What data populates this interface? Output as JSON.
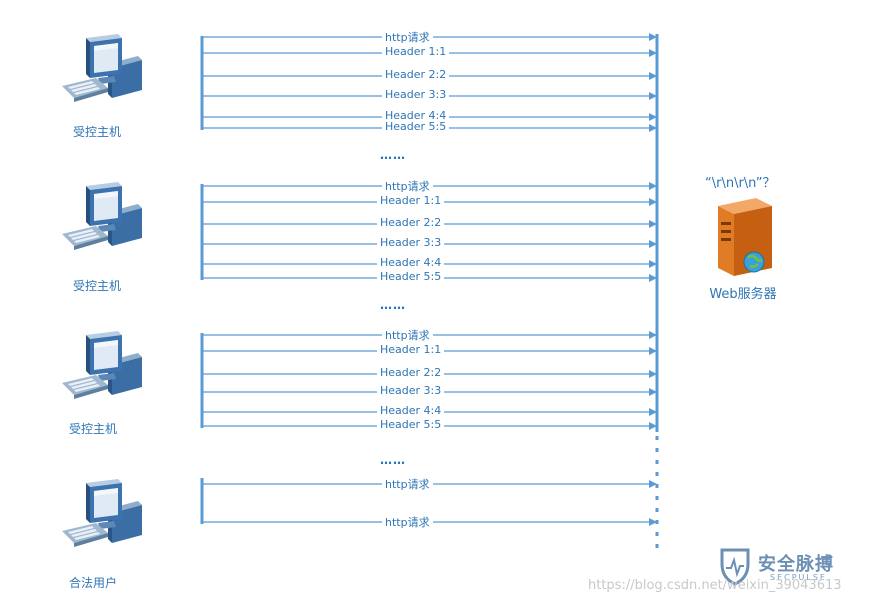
{
  "server": {
    "label": "Web服务器",
    "question": "“\\r\\n\\r\\n”？"
  },
  "groups": [
    {
      "host_label": "受控主机",
      "messages": [
        "http请求",
        "Header 1:1",
        "Header 2:2",
        "Header 3:3",
        "Header 4:4",
        "Header 5:5"
      ]
    },
    {
      "host_label": "受控主机",
      "messages": [
        "http请求",
        "Header 1:1",
        "Header 2:2",
        "Header 3:3",
        "Header 4:4",
        "Header 5:5"
      ]
    },
    {
      "host_label": "受控主机",
      "messages": [
        "http请求",
        "Header 1:1",
        "Header 2:2",
        "Header 3:3",
        "Header 4:4",
        "Header 5:5"
      ]
    },
    {
      "host_label": "合法用户",
      "messages": [
        "http请求",
        "http请求"
      ]
    }
  ],
  "ellipsis": "……",
  "watermark": {
    "logo_text": "安全脉搏",
    "logo_sub": "SECPULSE",
    "url": "https://blog.csdn.net/weixin_39043613"
  },
  "colors": {
    "line": "#5b9bd5",
    "text": "#2e75b6",
    "server": "#e07b26"
  }
}
